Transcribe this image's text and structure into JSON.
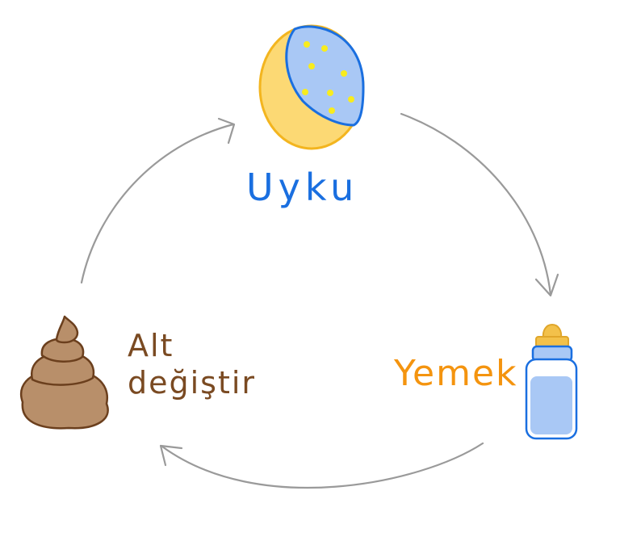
{
  "diagram": {
    "nodes": {
      "sleep": {
        "label": "Uyku",
        "icon": "moon-icon",
        "color": "#1a6fe0"
      },
      "feed": {
        "label": "Yemek",
        "icon": "baby-bottle-icon",
        "color": "#f4940f"
      },
      "change": {
        "label_line1": "Alt",
        "label_line2": "değiştir",
        "icon": "poop-icon",
        "color": "#7a4a22"
      }
    },
    "edges": [
      {
        "from": "sleep",
        "to": "feed"
      },
      {
        "from": "feed",
        "to": "change"
      },
      {
        "from": "change",
        "to": "sleep"
      }
    ],
    "colors": {
      "moon_body": "#fcd974",
      "moon_outline": "#f3b51f",
      "night": "#a9c8f5",
      "night_outline": "#1a6fe0",
      "stars": "#f8ec1e",
      "bottle": "#a9c8f5",
      "bottle_nipple": "#f3c14a",
      "poop": "#b88f6a",
      "poop_outline": "#6b3f1d",
      "arrow": "#9a9a9a"
    }
  }
}
